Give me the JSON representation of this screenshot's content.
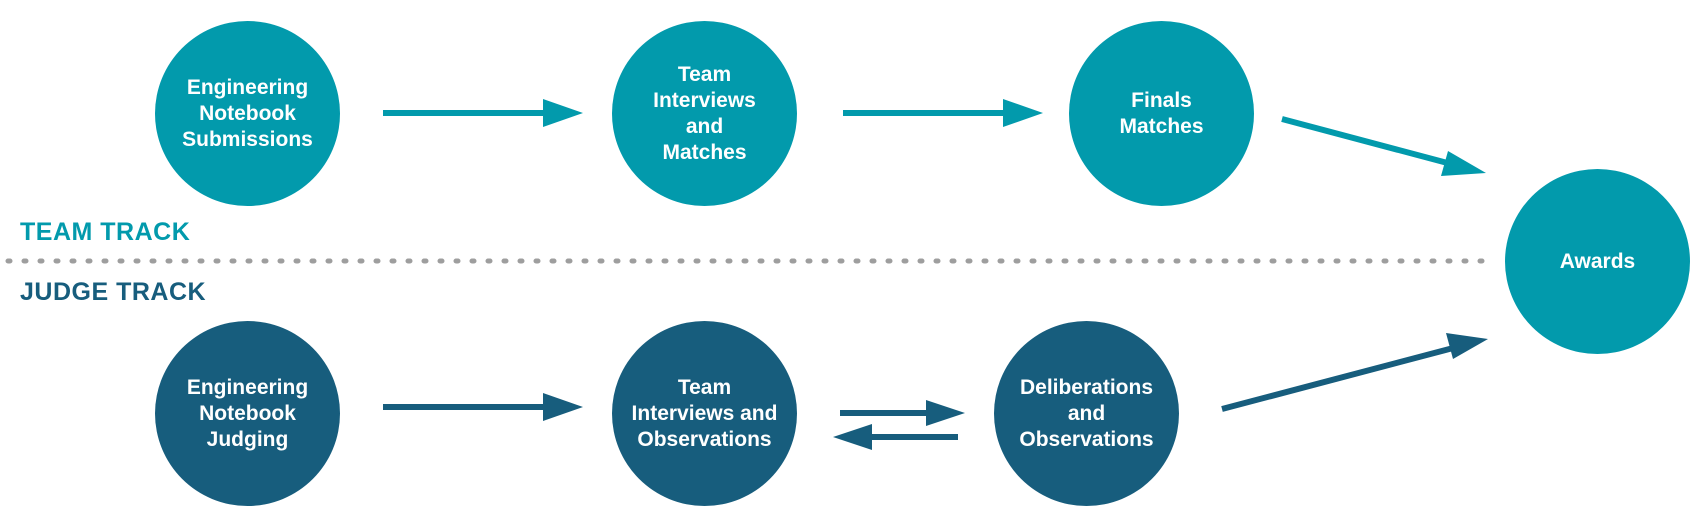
{
  "colors": {
    "team": "#029AAC",
    "judge": "#175D7D",
    "divider": "#9E9E9E",
    "background": "#FFFFFF"
  },
  "tracks": {
    "team_label": "TEAM TRACK",
    "judge_label": "JUDGE TRACK"
  },
  "team_nodes": [
    {
      "label": "Engineering\nNotebook\nSubmissions"
    },
    {
      "label": "Team\nInterviews\nand\nMatches"
    },
    {
      "label": "Finals\nMatches"
    }
  ],
  "judge_nodes": [
    {
      "label": "Engineering\nNotebook\nJudging"
    },
    {
      "label": "Team\nInterviews and\nObservations"
    },
    {
      "label": "Deliberations\nand\nObservations"
    }
  ],
  "final_node": {
    "label": "Awards"
  }
}
